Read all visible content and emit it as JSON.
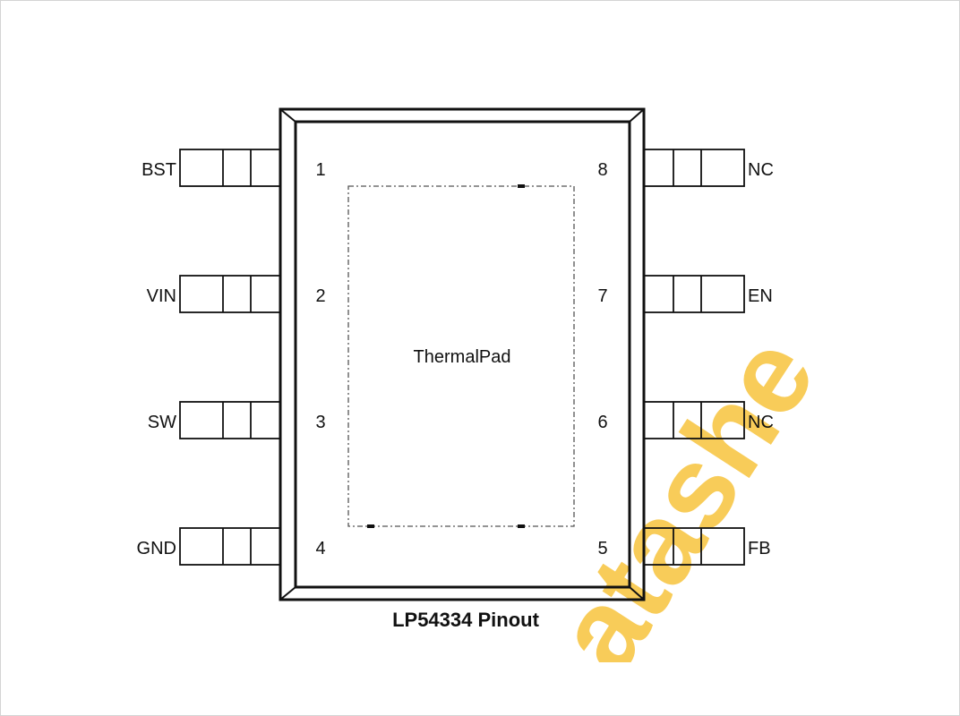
{
  "package": {
    "caption": "LP54334 Pinout",
    "thermal_pad_label": "ThermalPad",
    "left_pins": [
      {
        "number": "1",
        "name": "BST"
      },
      {
        "number": "2",
        "name": "VIN"
      },
      {
        "number": "3",
        "name": "SW"
      },
      {
        "number": "4",
        "name": "GND"
      }
    ],
    "right_pins": [
      {
        "number": "8",
        "name": "NC"
      },
      {
        "number": "7",
        "name": "EN"
      },
      {
        "number": "6",
        "name": "NC"
      },
      {
        "number": "5",
        "name": "FB"
      }
    ]
  },
  "watermark": {
    "text": "atashe",
    "color": "#f7c33c"
  },
  "colors": {
    "outline": "#111111",
    "pad_dash": "#555555"
  }
}
